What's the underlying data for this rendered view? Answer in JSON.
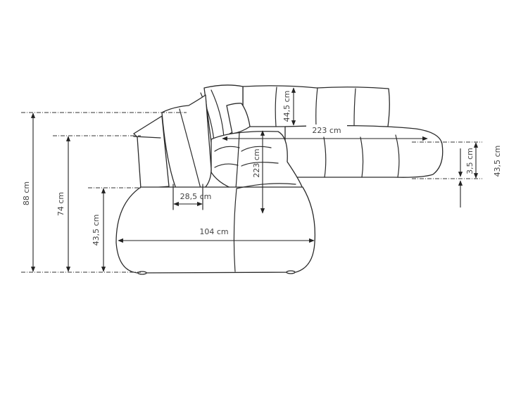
{
  "dimensions": {
    "total_height": "88 cm",
    "back_height": "74 cm",
    "seat_height_left": "43,5 cm",
    "armrest_width": "28,5 cm",
    "depth": "104 cm",
    "length_side": "223 cm",
    "length_back": "223 cm",
    "backrest_height": "44,5 cm",
    "leg_height": "3,5 cm",
    "seat_height_right": "43,5 cm"
  },
  "colors": {
    "line": "#2a2a2a",
    "background": "#ffffff"
  }
}
